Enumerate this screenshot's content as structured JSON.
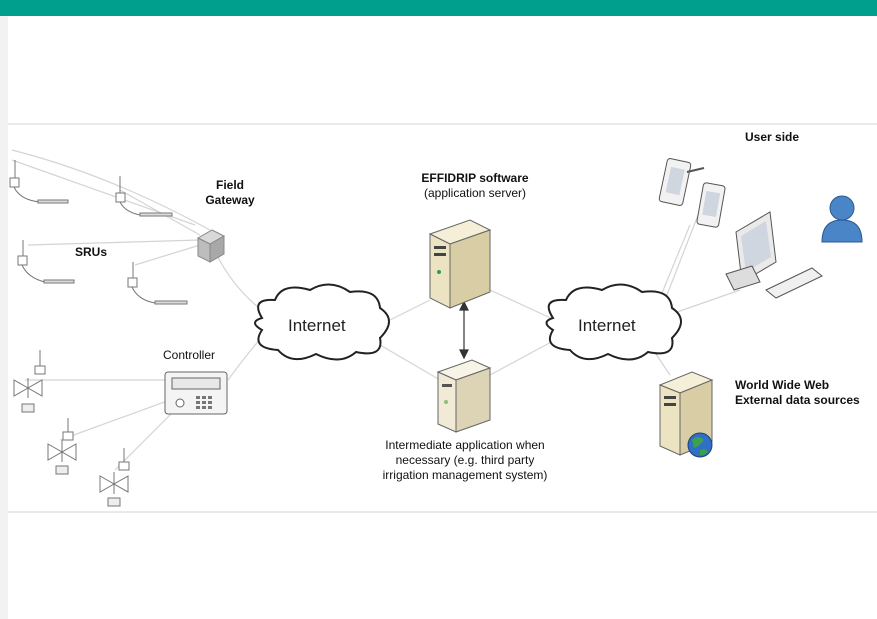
{
  "colors": {
    "accent": "#009f8d",
    "line": "#cfcfcf",
    "server_body": "#ece3c3",
    "user_icon": "#4a86c7"
  },
  "labels": {
    "user_side": "User side",
    "effidrip_title": "EFFIDRIP software",
    "effidrip_sub": "(application server)",
    "field_gateway_1": "Field",
    "field_gateway_2": "Gateway",
    "srus": "SRUs",
    "internet_left": "Internet",
    "internet_right": "Internet",
    "controller": "Controller",
    "www_1": "World Wide Web",
    "www_2": "External data sources",
    "intermediate_1": "Intermediate application when",
    "intermediate_2": "necessary (e.g. third party",
    "intermediate_3": "irrigation management system)"
  }
}
